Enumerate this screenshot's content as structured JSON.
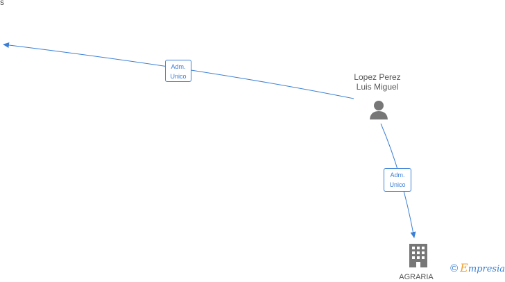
{
  "nodes": {
    "top_left_fragment": "s",
    "person": {
      "line1": "Lopez Perez",
      "line2": "Luis Miguel",
      "icon": "person-icon"
    },
    "company": {
      "label": "AGRARIA",
      "icon": "building-icon"
    }
  },
  "edges": [
    {
      "line1": "Adm.",
      "line2": "Unico"
    },
    {
      "line1": "Adm.",
      "line2": "Unico"
    }
  ],
  "colors": {
    "edge": "#3a7fd5",
    "icon": "#777777",
    "text": "#555555",
    "brand_accent": "#f0a030"
  },
  "watermark": {
    "copyright": "©",
    "brand_first": "E",
    "brand_rest": "mpresia"
  }
}
